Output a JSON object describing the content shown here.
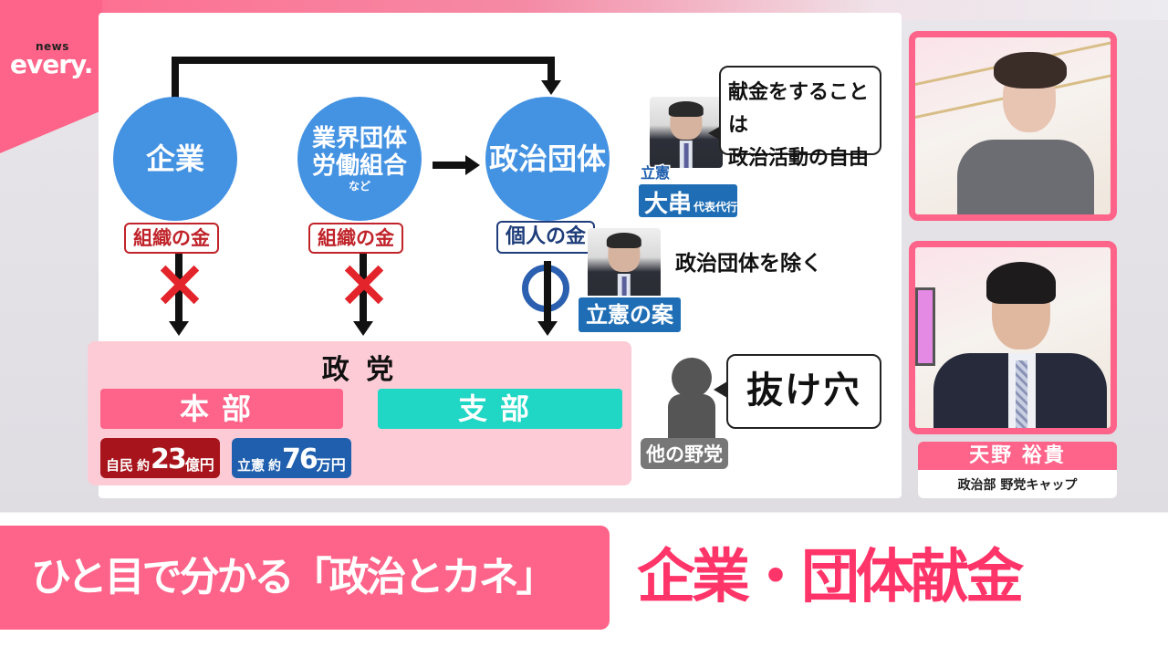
{
  "broadcast": {
    "logo_small": "news",
    "logo_large": "every.",
    "brand_color": "#fe6489"
  },
  "diagram": {
    "nodes": {
      "company": {
        "label": "企業",
        "tag": "組織の金"
      },
      "industry": {
        "line1": "業界団体",
        "line2": "労働組合",
        "note": "など",
        "tag": "組織の金"
      },
      "political_group": {
        "label": "政治団体",
        "tag": "個人の金"
      }
    },
    "blocked_mark": "×",
    "allowed_mark": "○",
    "speaker_top": {
      "party": "立憲",
      "name": "大串",
      "role": "代表代行",
      "quote_line1": "献金をすることは",
      "quote_line2": "政治活動の自由"
    },
    "speaker_bottom": {
      "label": "立憲の案"
    },
    "exclusion_note": "政治団体を除く",
    "party_box": {
      "title": "政 党",
      "headquarters": "本部",
      "branch": "支部",
      "amounts": [
        {
          "party": "自民",
          "approx": "約",
          "value": "23",
          "unit": "億円",
          "color": "#a8141b"
        },
        {
          "party": "立憲",
          "approx": "約",
          "value": "76",
          "unit": "万円",
          "color": "#1f5fae"
        }
      ]
    },
    "other_opposition": {
      "label": "他の野党",
      "speech": "抜け穴"
    }
  },
  "cameras": {
    "anchor": {},
    "guest": {
      "name": "天野 裕貴",
      "title": "政治部 野党キャップ"
    }
  },
  "lower_third": {
    "left": "ひと目で分かる「政治とカネ」",
    "right": "企業・団体献金"
  }
}
